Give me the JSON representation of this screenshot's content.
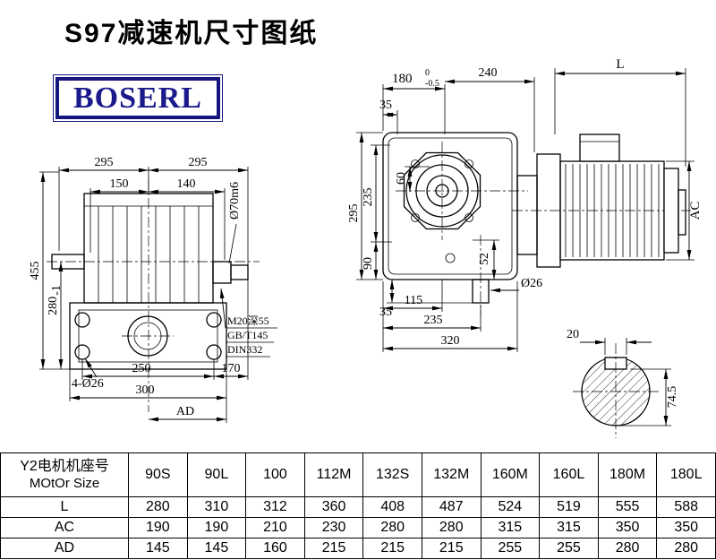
{
  "page": {
    "title": "S97减速机尺寸图纸",
    "logo": "BOSERL",
    "brand_color": "#1a1a8c"
  },
  "front": {
    "d295a": "295",
    "d295b": "295",
    "d150": "150",
    "d140": "140",
    "d455": "455",
    "d280": "280",
    "d280_tol": "-1",
    "d250": "250",
    "d170": "170",
    "d300": "300",
    "dAD": "AD",
    "holes": "4-Ø26",
    "shaft": "Ø70m6",
    "note1": "M20深55",
    "note2": "GB/T145",
    "note3": "DIN332"
  },
  "side": {
    "d180": "180",
    "d180_hi": "0",
    "d180_lo": "-0.5",
    "d240": "240",
    "d35t": "35",
    "d60": "60",
    "d295": "295",
    "d235l": "235",
    "d90": "90",
    "d35b": "35",
    "d115": "115",
    "d235b": "235",
    "d320": "320",
    "d52": "52",
    "d26": "Ø26"
  },
  "motor": {
    "dL": "L",
    "dAC": "AC"
  },
  "section": {
    "d20": "20",
    "d745": "74.5"
  },
  "table": {
    "header_line1": "Y2电机机座号",
    "header_line2": "MOtOr Size",
    "columns": [
      "90S",
      "90L",
      "100",
      "112M",
      "132S",
      "132M",
      "160M",
      "160L",
      "180M",
      "180L"
    ],
    "rows": [
      {
        "label": "L",
        "values": [
          "280",
          "310",
          "312",
          "360",
          "408",
          "487",
          "524",
          "519",
          "555",
          "588"
        ]
      },
      {
        "label": "AC",
        "values": [
          "190",
          "190",
          "210",
          "230",
          "280",
          "280",
          "315",
          "315",
          "350",
          "350"
        ]
      },
      {
        "label": "AD",
        "values": [
          "145",
          "145",
          "160",
          "215",
          "215",
          "215",
          "255",
          "255",
          "280",
          "280"
        ]
      }
    ]
  }
}
